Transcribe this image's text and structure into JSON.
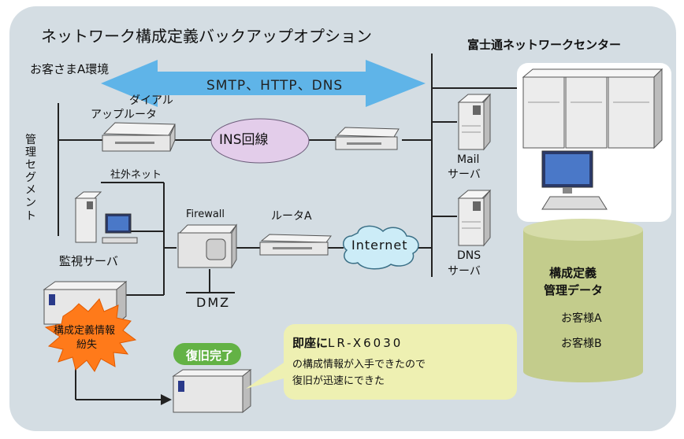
{
  "title": "ネットワーク構成定義バックアップオプション",
  "center_title": "富士通ネットワークセンター",
  "customer_env": "お客さまA環境",
  "protocol_label": "SMTP、HTTP、DNS",
  "dialup_router_line1": "ダイアル",
  "dialup_router_line2": "アップルータ",
  "ins_line": "INS回線",
  "management_segment": "管理セグメント",
  "external_net": "社外ネット",
  "mail_server_line1": "Mail",
  "mail_server_line2": "サーバ",
  "firewall": "Firewall",
  "router_a": "ルータA",
  "internet": "Internet",
  "dns_server_line1": "DNS",
  "dns_server_line2": "サーバ",
  "monitor_server": "監視サーバ",
  "dmz": "DMZ",
  "lost_line1": "構成定義情報",
  "lost_line2": "紛失",
  "restore_done": "復旧完了",
  "callout_bold": "即座に",
  "callout_product": "LR-X6030",
  "callout_line2": "の構成情報が入手できたので",
  "callout_line3": "復旧が迅速にできた",
  "db_title_line1": "構成定義",
  "db_title_line2": "管理データ",
  "db_customers": [
    "お客様A",
    "お客様B"
  ],
  "colors": {
    "background_panel": "#d4dde3",
    "arrow": "#5fb4e8",
    "ins_ellipse": "#e3cdea",
    "internet_cloud": "#ccecf7",
    "restore_badge": "#63b245",
    "callout": "#eef0b2",
    "database": "#c3cc8c",
    "burst": "#ff7a1a"
  }
}
